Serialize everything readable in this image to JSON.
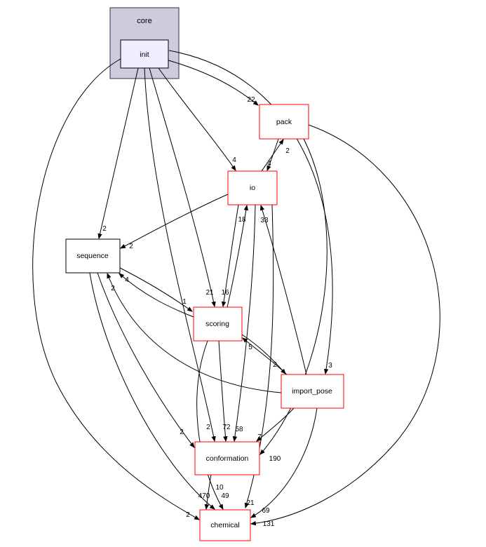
{
  "diagram": {
    "type": "directory-dependency-graph",
    "cluster": {
      "label": "core",
      "fill": "#ccccdd"
    },
    "nodes": {
      "init": {
        "label": "init",
        "fill": "#eeeeff",
        "border": "#000000"
      },
      "pack": {
        "label": "pack",
        "fill": "#ffffff",
        "border": "#ff0000"
      },
      "io": {
        "label": "io",
        "fill": "#ffffff",
        "border": "#ff0000"
      },
      "sequence": {
        "label": "sequence",
        "fill": "#ffffff",
        "border": "#000000"
      },
      "scoring": {
        "label": "scoring",
        "fill": "#ffffff",
        "border": "#ff0000"
      },
      "import_pose": {
        "label": "import_pose",
        "fill": "#ffffff",
        "border": "#ff0000"
      },
      "conformation": {
        "label": "conformation",
        "fill": "#ffffff",
        "border": "#ff0000"
      },
      "chemical": {
        "label": "chemical",
        "fill": "#ffffff",
        "border": "#ff0000"
      }
    },
    "edges": [
      {
        "from": "init",
        "to": "pack",
        "label": "22"
      },
      {
        "from": "init",
        "to": "io",
        "label": "4"
      },
      {
        "from": "init",
        "to": "sequence",
        "label": "2"
      },
      {
        "from": "init",
        "to": "scoring",
        "label": "21"
      },
      {
        "from": "init",
        "to": "import_pose",
        "label": "3"
      },
      {
        "from": "init",
        "to": "conformation",
        "label": "2"
      },
      {
        "from": "init",
        "to": "chemical",
        "label": "2"
      },
      {
        "from": "pack",
        "to": "io",
        "label": "4"
      },
      {
        "from": "io",
        "to": "pack",
        "label": "2"
      },
      {
        "from": "pack",
        "to": "conformation",
        "label": "190"
      },
      {
        "from": "pack",
        "to": "chemical",
        "label": "131"
      },
      {
        "from": "io",
        "to": "sequence",
        "label": "2"
      },
      {
        "from": "io",
        "to": "scoring",
        "label": "16"
      },
      {
        "from": "scoring",
        "to": "io",
        "label": "18"
      },
      {
        "from": "io",
        "to": "conformation",
        "label": "58"
      },
      {
        "from": "io",
        "to": "chemical",
        "label": "21"
      },
      {
        "from": "scoring",
        "to": "sequence",
        "label": "4"
      },
      {
        "from": "sequence",
        "to": "scoring",
        "label": "1"
      },
      {
        "from": "scoring",
        "to": "import_pose",
        "label": "2"
      },
      {
        "from": "import_pose",
        "to": "scoring",
        "label": "5"
      },
      {
        "from": "import_pose",
        "to": "io",
        "label": "33"
      },
      {
        "from": "scoring",
        "to": "conformation",
        "label": "72"
      },
      {
        "from": "scoring",
        "to": "chemical",
        "label": "49"
      },
      {
        "from": "sequence",
        "to": "chemical",
        "label": "10"
      },
      {
        "from": "sequence",
        "to": "conformation",
        "label": "2"
      },
      {
        "from": "import_pose",
        "to": "sequence",
        "label": "2"
      },
      {
        "from": "import_pose",
        "to": "conformation",
        "label": "7"
      },
      {
        "from": "import_pose",
        "to": "chemical",
        "label": "69"
      },
      {
        "from": "conformation",
        "to": "chemical",
        "label": "470"
      }
    ]
  }
}
